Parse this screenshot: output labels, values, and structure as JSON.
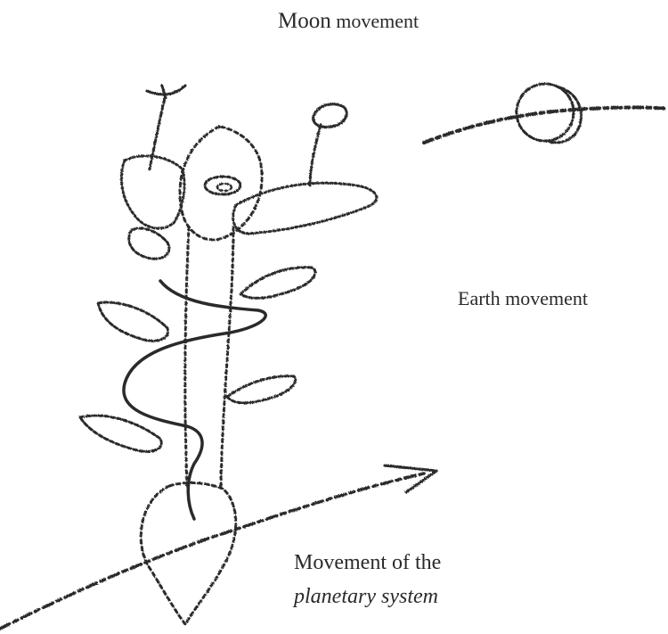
{
  "labels": {
    "moon_word": "Moon",
    "moon_rest": "movement",
    "earth": "Earth movement",
    "planetary_line1": "Movement of the",
    "planetary_line2": "planetary system"
  },
  "colors": {
    "ink": "#2a2a2a",
    "background": "#ffffff"
  }
}
